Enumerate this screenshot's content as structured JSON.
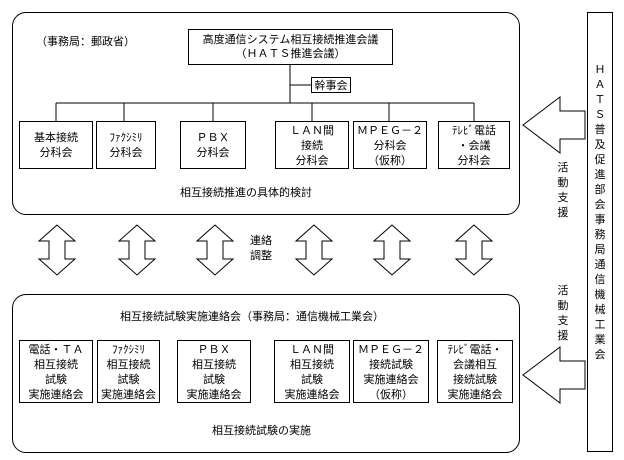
{
  "upper": {
    "office": "（事務局：郵政省）",
    "council": "高度通信システム相互接続推進会議\n（ＨＡＴＳ推進会議）",
    "secretariat": "幹事会",
    "subcommittees": [
      "基本接続\n分科会",
      "ﾌｧｸｼﾐﾘ\n分科会",
      "ＰＢＸ\n分科会",
      "ＬＡＮ間\n接続\n分科会",
      "ＭＰＥＧ－２\n分科会\n（仮称）",
      "ﾃﾚﾋﾞ電話\n・会議\n分科会"
    ],
    "caption": "相互接続推進の具体的検討"
  },
  "middle": {
    "label": "連絡\n調整"
  },
  "lower": {
    "title": "相互接続試験実施連絡会（事務局：通信機械工業会）",
    "committees": [
      "電話・ＴＡ\n相互接続\n試験\n実施連絡会",
      "ﾌｧｸｼﾐﾘ\n相互接続\n試験\n実施連絡会",
      "ＰＢＸ\n相互接続\n試験\n実施連絡会",
      "ＬＡＮ間\n相互接続\n試験\n実施連絡会",
      "ＭＰＥＧ－２\n接続試験\n実施連絡会\n（仮称）",
      "ﾃﾚﾋﾞ電話・\n会議相互\n接続試験\n実施連絡会"
    ],
    "caption": "相互接続試験の実施"
  },
  "support": {
    "upper_label": "活動支援",
    "lower_label": "活動支援"
  },
  "right_column": {
    "label": "ＨＡＴＳ普及促進部会　事務局　通信機械工業会"
  }
}
